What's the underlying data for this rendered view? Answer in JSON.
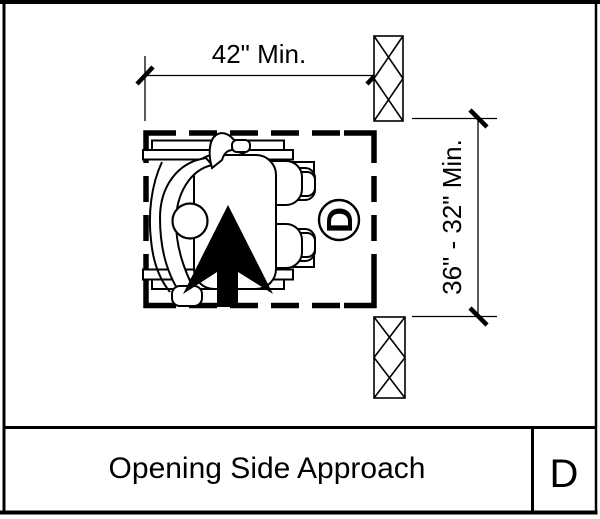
{
  "figure": {
    "dim_horizontal": "42\" Min.",
    "dim_vertical": "36\" - 32\" Min.",
    "space_marker": "D"
  },
  "title_block": {
    "title": "Opening Side Approach",
    "sheet_letter": "D"
  },
  "colors": {
    "line": "#000000",
    "background": "#ffffff"
  }
}
